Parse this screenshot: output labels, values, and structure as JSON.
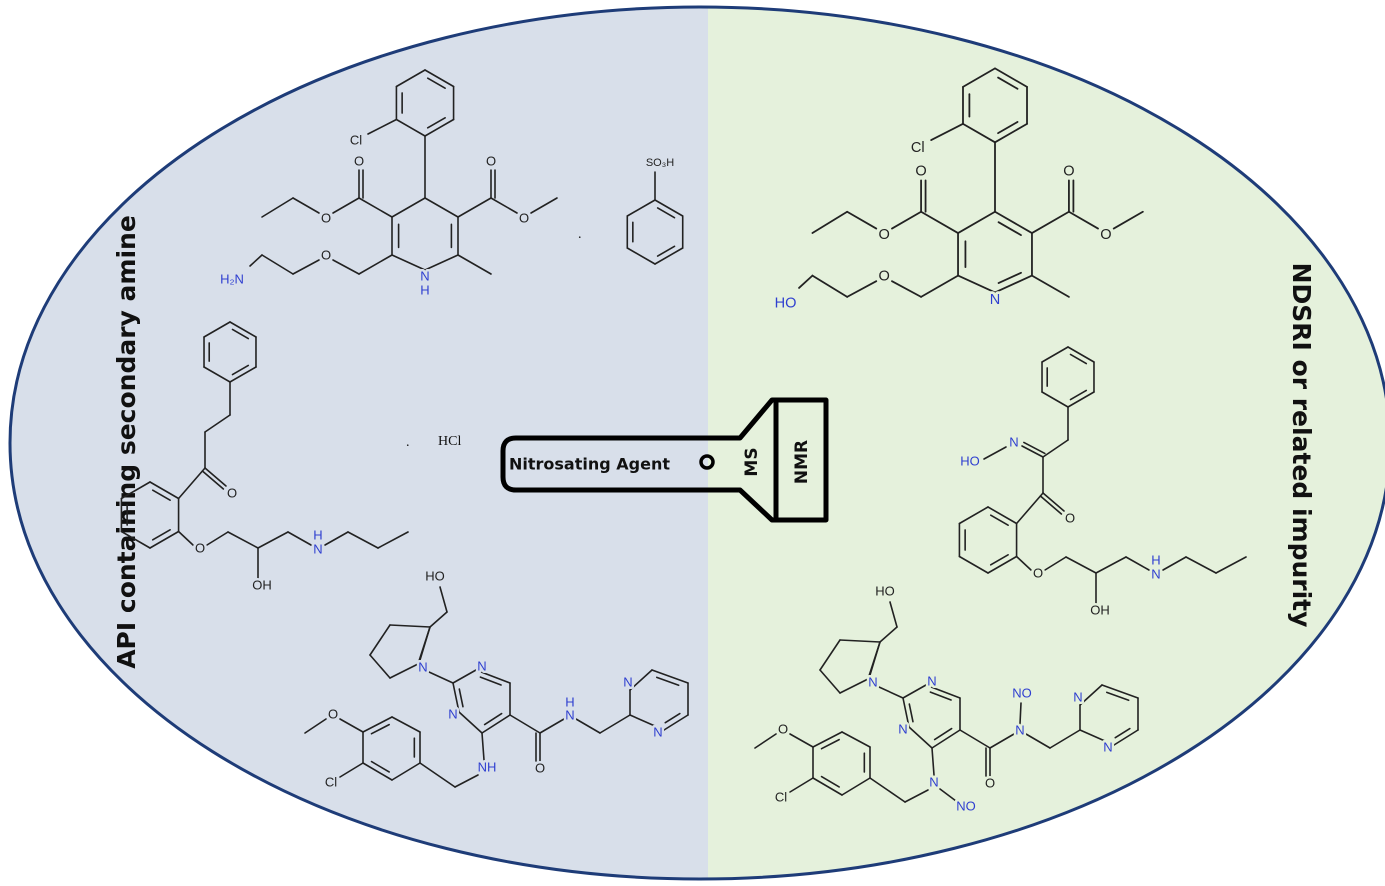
{
  "left_panel": {
    "title": "API containing secondary amine",
    "salt_dot": ".",
    "salt": "HCl",
    "bg_color": "#d8dfea"
  },
  "right_panel": {
    "title": "NDSRI or related impurity",
    "bg_color": "#e5f1dc"
  },
  "flashlight": {
    "label": "Nitrosating Agent",
    "lens_1": "MS",
    "lens_2": "NMR"
  },
  "ellipse_border_color": "#1e3c78",
  "atoms": {
    "O": "O",
    "N": "N",
    "Cl": "Cl",
    "H": "H",
    "HO": "HO",
    "OH": "OH",
    "NH": "NH",
    "H2N": "H₂N",
    "SO3H": "SO₃H",
    "NO": "NO"
  }
}
